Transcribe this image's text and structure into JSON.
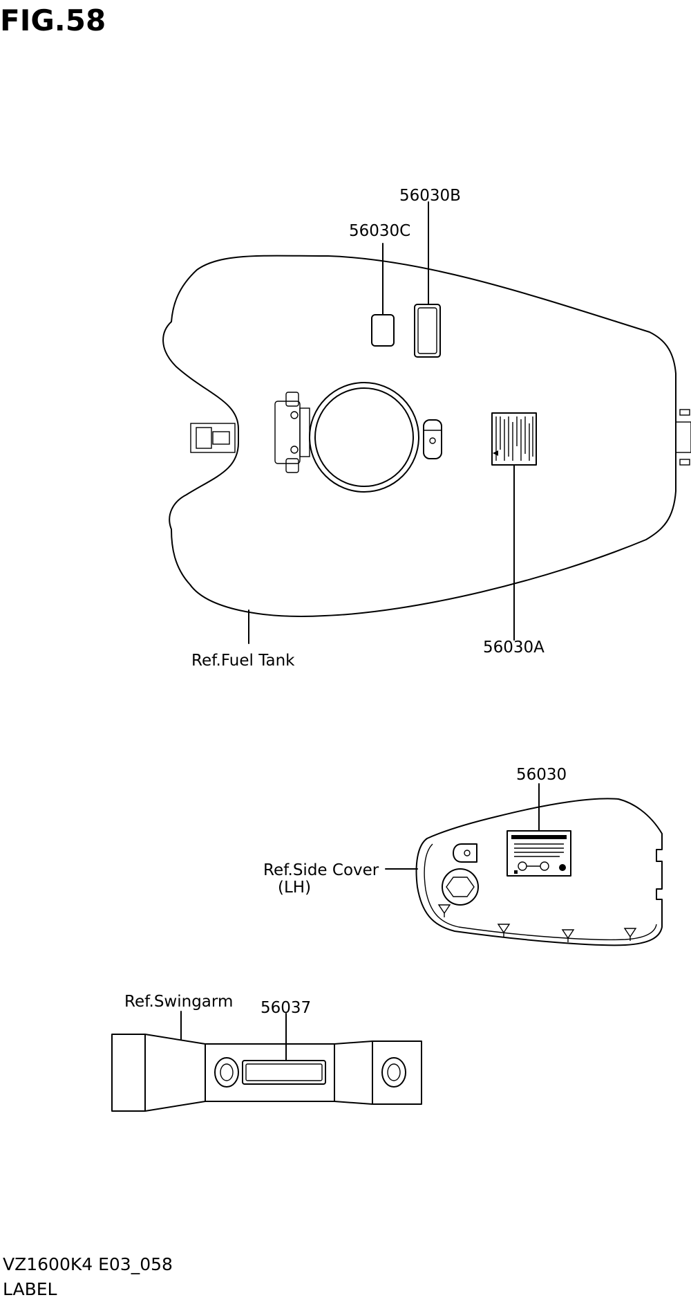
{
  "figure": {
    "title": "FIG.58"
  },
  "callouts": {
    "c56030b": "56030B",
    "c56030c": "56030C",
    "c56030a": "56030A",
    "c56030": "56030",
    "c56037": "56037"
  },
  "references": {
    "fuel_tank": "Ref.Fuel Tank",
    "side_cover": "Ref.Side Cover",
    "side_cover_side": "(LH)",
    "swingarm": "Ref.Swingarm"
  },
  "footer": {
    "model_code": "VZ1600K4 E03_058",
    "category": "LABEL"
  }
}
